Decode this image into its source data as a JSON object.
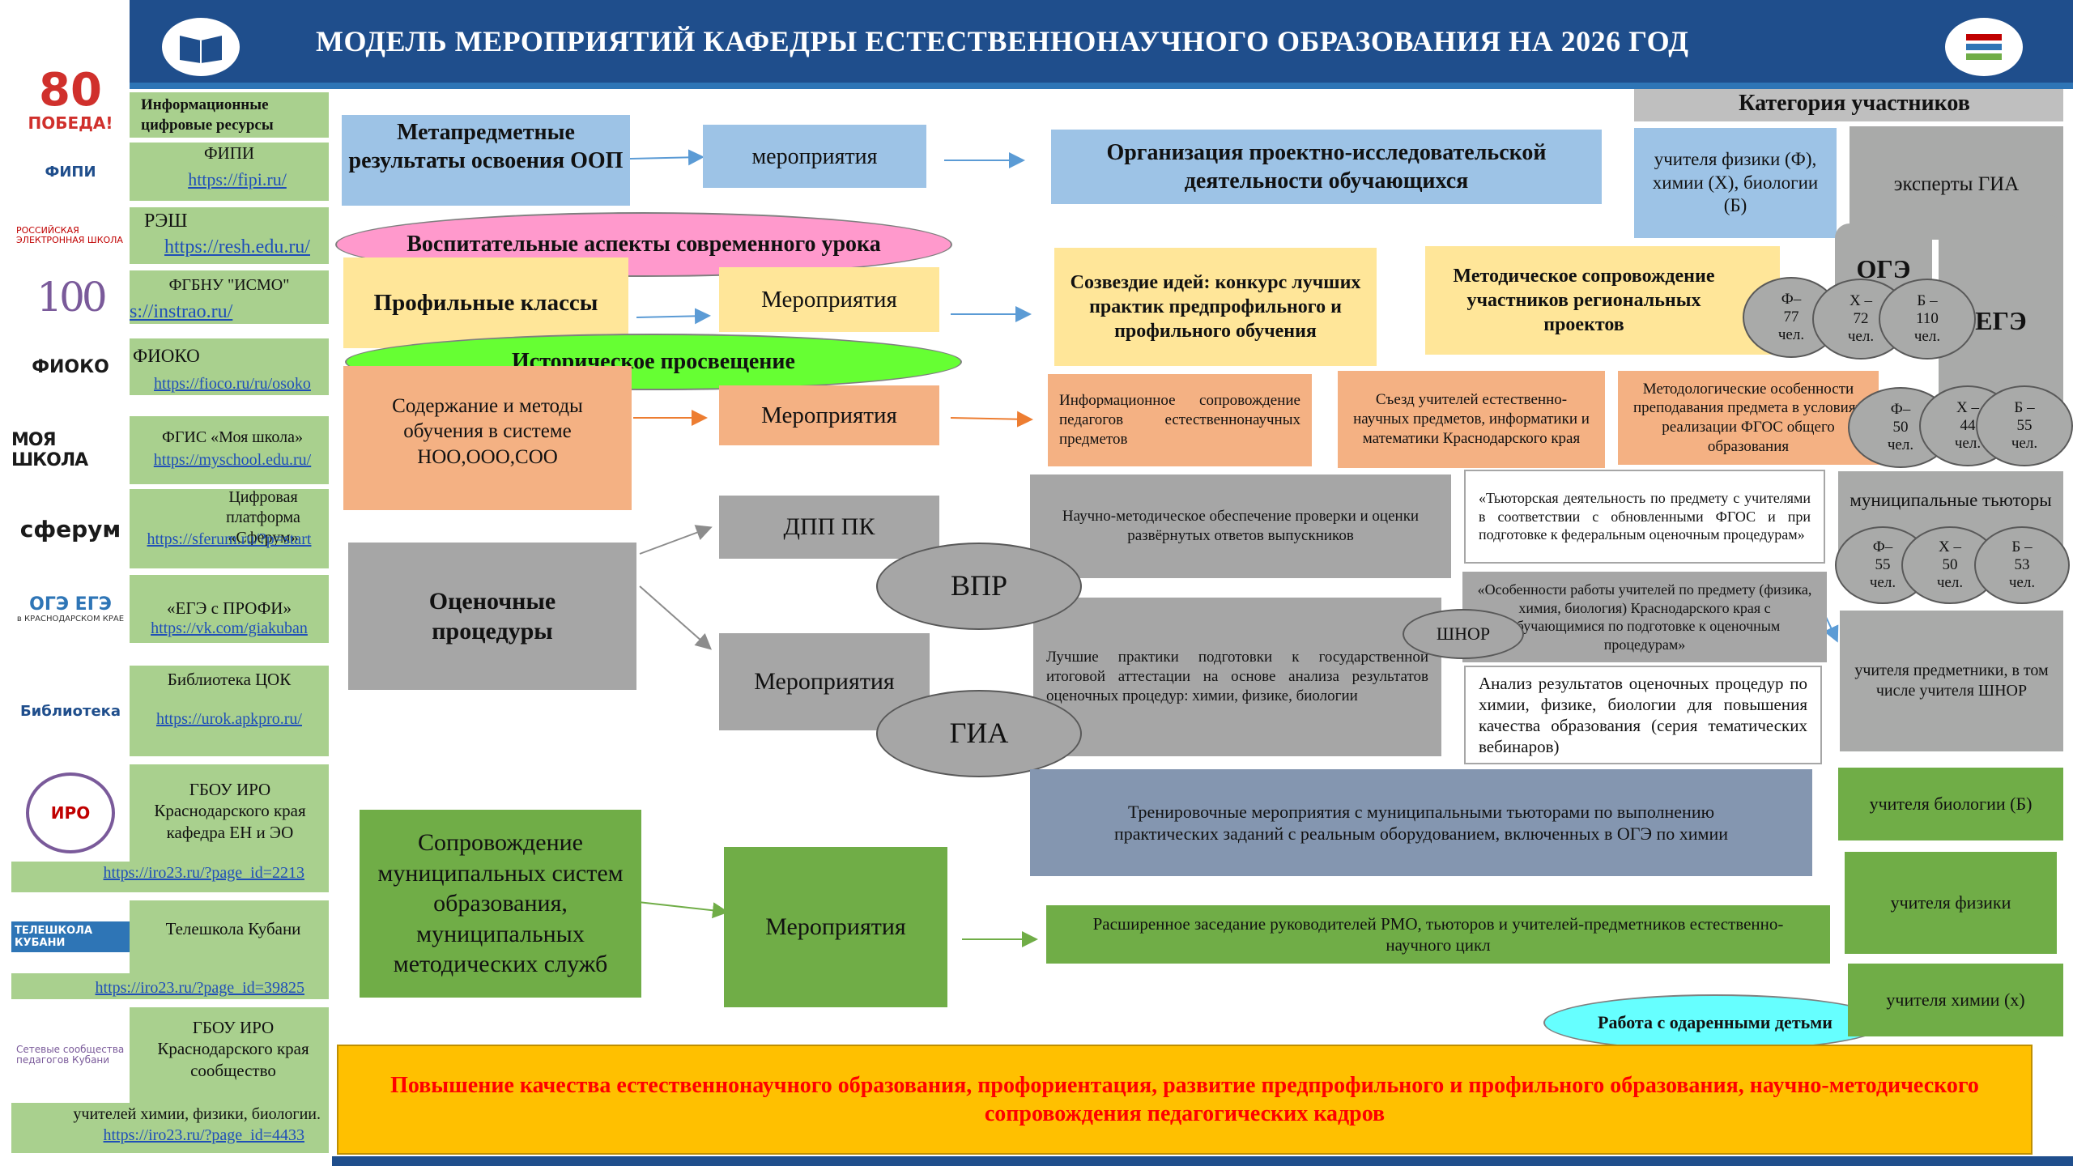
{
  "header": {
    "title": "МОДЕЛЬ МЕРОПРИЯТИЙ КАФЕДРЫ ЕСТЕСТВЕННОНАУЧНОГО  ОБРАЗОВАНИЯ НА 2026 ГОД",
    "victory_logo_number": "80",
    "victory_logo_text": "ПОБЕДА!",
    "bg_color": "#1f4e8c"
  },
  "sidebar": {
    "heading": "Информационные цифровые ресурсы",
    "items": [
      {
        "name": "ФИПИ",
        "url": "https://fipi.ru/",
        "logo": "ФИПИ"
      },
      {
        "name": "РЭШ",
        "url": "https://resh.edu.ru/",
        "logo": "РОССИЙСКАЯ ЭЛЕКТРОННАЯ ШКОЛА"
      },
      {
        "name": "ФГБНУ \"ИСМО\"",
        "url": "s://instrao.ru/",
        "logo": "100"
      },
      {
        "name": "ФИОКО",
        "url": "https://fioco.ru/ru/osoko",
        "logo": "ФИОКО"
      },
      {
        "name": "ФГИС «Моя школа»",
        "url": "https://myschool.edu.ru/",
        "logo": "МОЯ ШКОЛА"
      },
      {
        "name": "Цифровая платформа «Сферум»",
        "url": "https://sferum.ru/?p=start",
        "logo": "сферум"
      },
      {
        "name": "«ЕГЭ с ПРОФИ»",
        "url": "https://vk.com/giakuban",
        "logo": "ОГЭ ЕГЭ",
        "logo_caption": "в КРАСНОДАРСКОМ КРАЕ"
      },
      {
        "name": "Библиотека ЦОК",
        "url": "https://urok.apkpro.ru/",
        "logo": "Библиотека"
      },
      {
        "name": "ГБОУ ИРО Краснодарского края кафедра ЕН и ЭО",
        "url": "https://iro23.ru/?page_id=2213",
        "logo": "ИРО"
      },
      {
        "name": "Телешкола Кубани",
        "url": "https://iro23.ru/?page_id=39825",
        "logo": "ТЕЛЕШКОЛА КУБАНИ"
      },
      {
        "name": "ГБОУ ИРО Краснодарского края сообщество",
        "extra": "учителей химии, физики, биологии.",
        "url": "https://iro23.ru/?page_id=4433",
        "logo": "Сетевые сообщества педагогов Кубани"
      }
    ]
  },
  "main": {
    "metasubject": "Метапредметные результаты освоения ООП",
    "events_1": "мероприятия",
    "research": "Организация проектно-исследовательской деятельности обучающихся",
    "educational": "Воспитательные аспекты современного урока",
    "profile_classes": "Профильные классы",
    "events_2": "Мероприятия",
    "constellation": "Созвездие идей: конкурс лучших практик предпрофильного и профильного обучения",
    "methodical_regional": "Методическое сопровождение участников региональных проектов",
    "historical": "Историческое просвещение",
    "content_methods": "Содержание  и методы обучения в системе НОО,ООО,СОО",
    "events_3": "Мероприятия",
    "info_support": "Информационное сопровождение педагогов естественнонаучных предметов",
    "congress": "Съезд учителей естественно-научных предметов, информатики и математики Краснодарского края",
    "methodological_features": "Методологические особенности преподавания предмета в условиях реализации ФГОС общего образования",
    "dpp": "ДПП ПК",
    "vpr": "ВПР",
    "assessment": "Оценочные процедуры",
    "events_4": "Мероприятия",
    "gia": "ГИА",
    "scientific_support": "Научно-методическое обеспечение проверки и оценки развёрнутых ответов выпускников",
    "tutor_activity": "«Тьюторская деятельность по предмету с учителями в соответствии с обновленными ФГОС и при подготовке к федеральным оценочным процедурам»",
    "features_work": "«Особенности работы учителей по предмету (физика, химия, биология) Краснодарского края с обучающимися по подготовке к оценочным процедурам»",
    "shnor": "ШНОР",
    "best_practices": "Лучшие практики подготовки к государственной итоговой аттестации на основе анализа результатов оценочных процедур: химии, физике, биологии",
    "analysis": "Анализ результатов оценочных процедур по химии, физике, биологии для повышения качества образования (серия тематических вебинаров)",
    "training": "Тренировочные мероприятия с муниципальными тьюторами по выполнению практических заданий с реальным оборудованием, включенных в ОГЭ по химии",
    "support_municipal": "Сопровождение муниципальных систем образования, муниципальных методических служб",
    "events_5": "Мероприятия",
    "extended_meeting": "Расширенное заседание руководителей РМО, тьюторов и учителей-предметников естественно-научного цикл",
    "gifted": "Работа с одаренными детьми",
    "bottom_banner": "Повышение качества естественнонаучного образования, профориентация, развитие предпрофильного и профильного образования, научно-методического сопровождения педагогических кадров"
  },
  "categories": {
    "heading": "Категория участников",
    "teachers_phb": "учителя физики (Ф), химии (Х), биологии (Б)",
    "experts": "эксперты ГИА",
    "oge": "ОГЭ",
    "ege": "ЕГЭ",
    "oge_counts": [
      {
        "label": "Ф–",
        "num": "77",
        "unit": "чел."
      },
      {
        "label": "Х –",
        "num": "72",
        "unit": "чел."
      },
      {
        "label": "Б –",
        "num": "110",
        "unit": "чел."
      }
    ],
    "ege_counts": [
      {
        "label": "Ф–",
        "num": "50",
        "unit": "чел."
      },
      {
        "label": "Х –",
        "num": "44",
        "unit": "чел."
      },
      {
        "label": "Б –",
        "num": "55",
        "unit": "чел."
      }
    ],
    "municipal_tutors": "муниципальные тьюторы",
    "tutor_counts": [
      {
        "label": "Ф–",
        "num": "55",
        "unit": "чел."
      },
      {
        "label": "Х –",
        "num": "50",
        "unit": "чел."
      },
      {
        "label": "Б –",
        "num": "53",
        "unit": "чел."
      }
    ],
    "subject_teachers": "учителя предметники, в том числе учителя ШНОР",
    "bio_teachers": "учителя биологии (Б)",
    "phys_teachers": "учителя физики",
    "chem_teachers": "учителя химии (х)"
  },
  "colors": {
    "header_blue": "#1f4e8c",
    "light_blue": "#9dc3e6",
    "yellow": "#ffe699",
    "salmon": "#f4b183",
    "gray": "#a6a6a6",
    "green": "#70ad47",
    "light_green": "#a9d08e",
    "slate": "#8496b0",
    "pink": "#ff99cc",
    "bright_green": "#66ff33",
    "cyan": "#66ffff",
    "orange_banner": "#ffc000",
    "red_text": "#ff0000"
  }
}
